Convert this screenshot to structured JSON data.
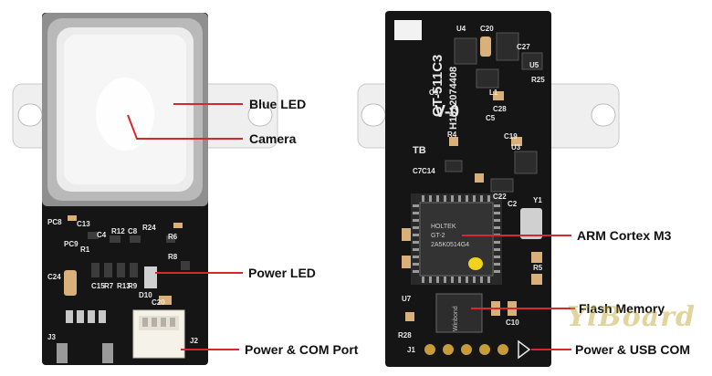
{
  "labels": {
    "blue_led": "Blue LED",
    "camera": "Camera",
    "power_led": "Power LED",
    "power_com_port": "Power & COM Port",
    "arm_cortex": "ARM Cortex M3",
    "flash_memory": "Flash Memory",
    "power_usb_com": "Power & USB COM"
  },
  "silkscreen": {
    "model": "GT-511C3",
    "serial": "H1512074408",
    "version": "V-0",
    "chip_brand": "HOLTEK",
    "chip_model": "GT-2",
    "chip_code": "2A5K0514G4",
    "flash_brand": "Winbond",
    "left_refs": [
      "PC8",
      "PC9",
      "C13",
      "R12",
      "C8",
      "R24",
      "C4",
      "R1",
      "R6",
      "R8",
      "C24",
      "C15",
      "R13",
      "R9",
      "R7",
      "D10",
      "C20",
      "J3",
      "J2"
    ],
    "right_refs": [
      "U4",
      "C20",
      "C27",
      "U5",
      "R25",
      "C9",
      "L1",
      "C28",
      "C5",
      "R4",
      "C19",
      "U3",
      "C7",
      "C14",
      "C22",
      "Y1",
      "C2",
      "R5",
      "U7",
      "R28",
      "C10",
      "J1",
      "TB"
    ]
  },
  "watermark": "YiBoard",
  "colors": {
    "pcb": "#141414",
    "pointer_line": "#d8282a",
    "sensor_window": "#eeeeee",
    "metal": "#9b9b9b",
    "mount_plate": "#efefef",
    "pad_gold": "#c79a3a",
    "silkscreen": "#e8e8e8"
  }
}
